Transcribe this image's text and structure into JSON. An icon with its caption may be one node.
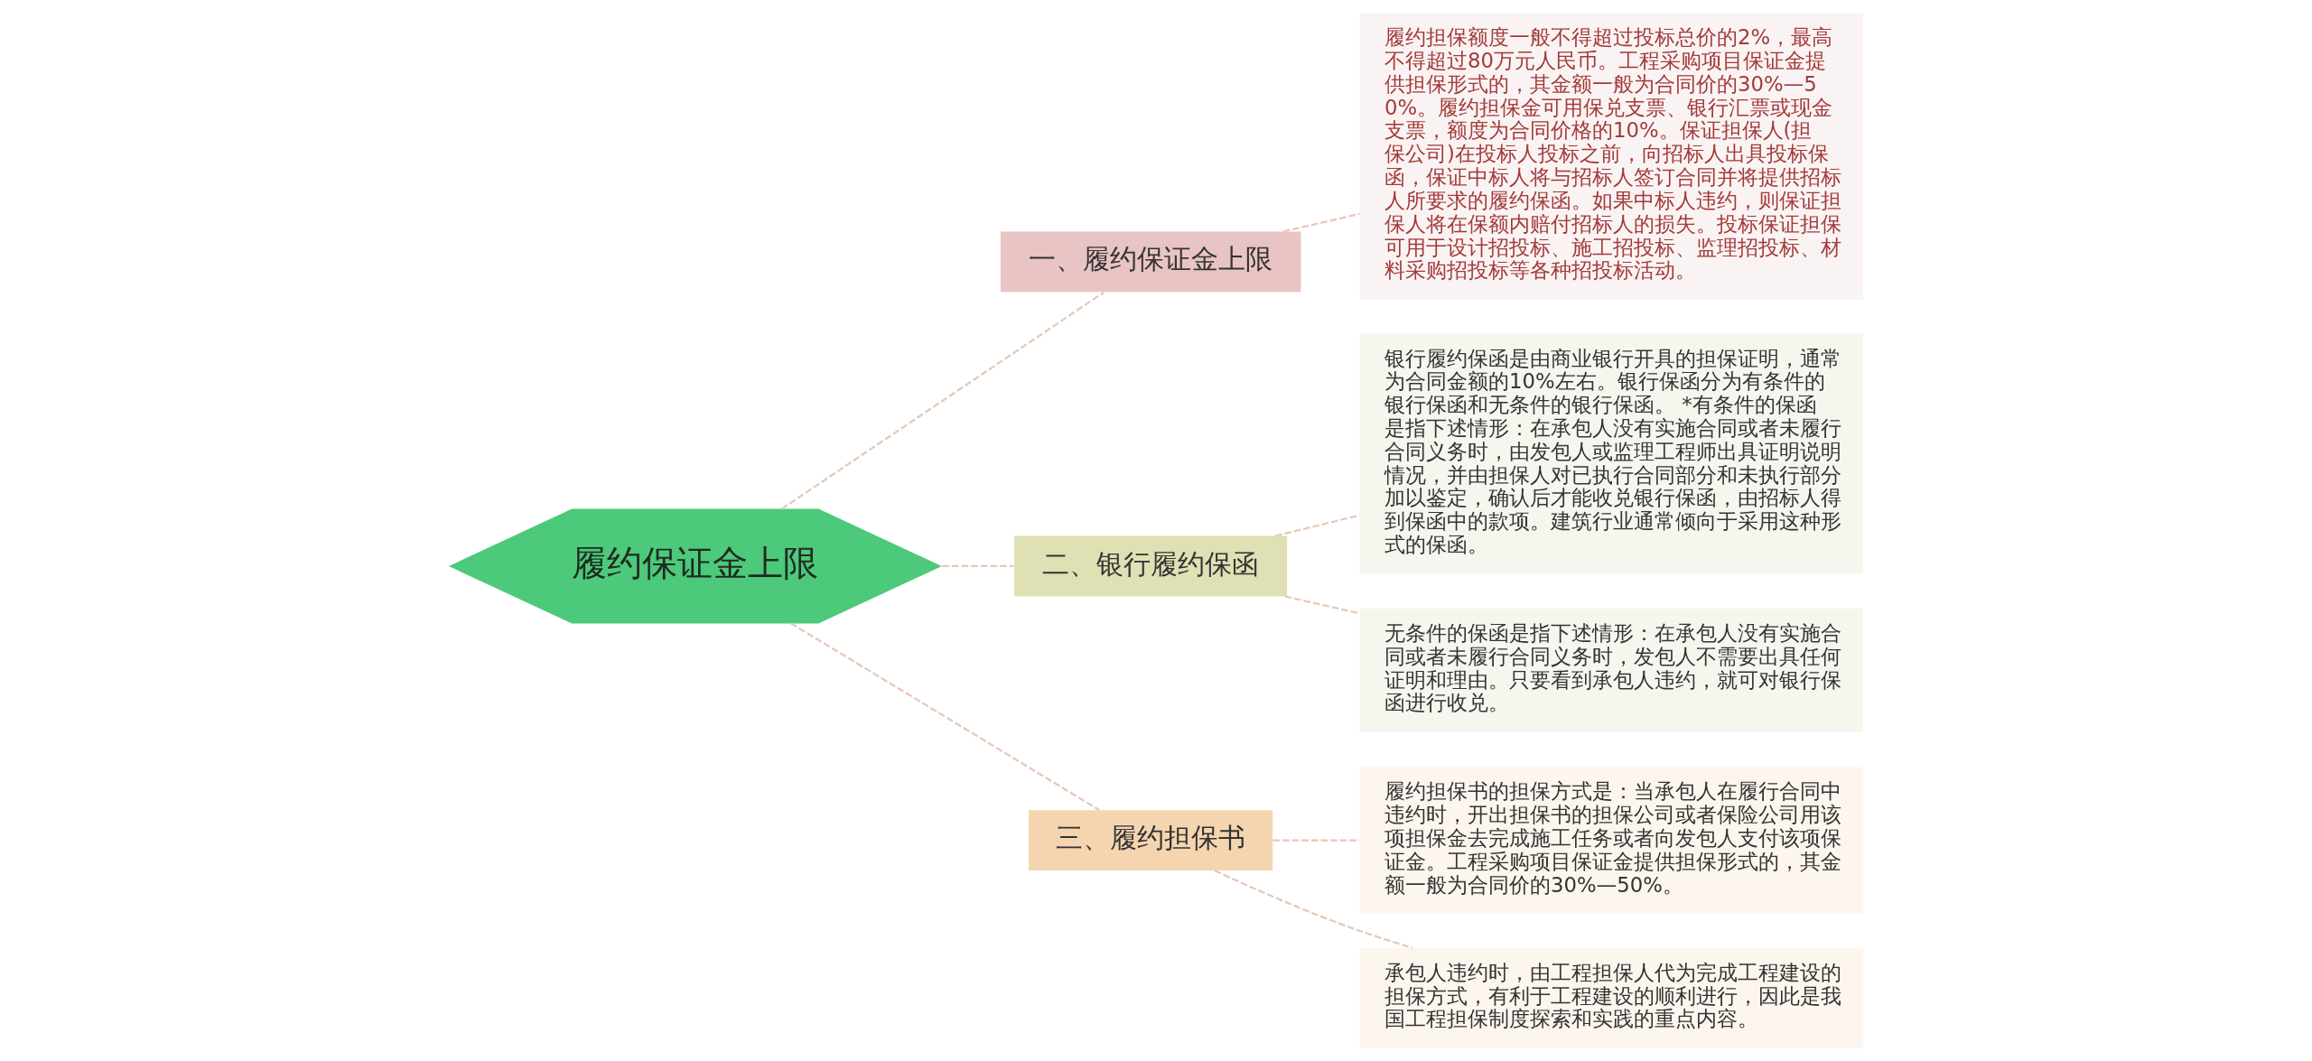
{
  "diagram": {
    "nodes": [
      {
        "text": [
          "履约保证金上限"
        ]
      },
      {
        "text": [
          "一、履约保证金上限"
        ]
      },
      {
        "text": [
          "履约担保额度一般不得超过投标总价的2%，最高不得超过80万元人民币。工程采购项目保证金提供担保形式的，其金额一般为合同价的30%—50%。履约担保金可用保兑支票、银行汇票或现金支票，额度为合同价格的10%。保证担保人(担保公司)在投标人投标之前，向招标人出具投标保函，保证中标人将与招标人签订合同并将提供招标人所要求的履约保函。如果中标人违约，则保证担保人将在保额内赔付招标人的损失。投标保证担保可用于设计招投标、施工招投标、监理招投标、材料采购招投标等各种招投标活动。"
        ]
      },
      {
        "text": [
          "二、银行履约保函"
        ]
      },
      {
        "text": [
          "银行履约保函是由商业银行开具的担保证明，通常为合同金额的10%左右。银行保函分为有条件的银行保函和无条件的银行保函。 *有条件的保函是指下述情形：在承包人没有实施合同或者未履行合同义务时，由发包人或监理工程师出具证明说明情况，并由担保人对已执行合同部分和未执行部分加以鉴定，确认后才能收兑银行保函，由招标人得到保函中的款项。建筑行业通常倾向于采用这种形式的保函。"
        ]
      },
      {
        "text": [
          "无条件的保函是指下述情形：在承包人没有实施合同或者未履行合同义务时，发包人不需要出具任何证明和理由。只要看到承包人违约，就可对银行保函进行收兑。"
        ]
      },
      {
        "text": [
          "三、履约担保书"
        ]
      },
      {
        "text": [
          "履约担保书的担保方式是：当承包人在履行合同中违约时，开出担保书的担保公司或者保险公司用该项担保金去完成施工任务或者向发包人支付该项保证金。工程采购项目保证金提供担保形式的，其金额一般为合同价的30%—50%。"
        ]
      },
      {
        "text": [
          "承包人违约时，由工程担保人代为完成工程建设的担保方式，有利于工程建设的顺利进行，因此是我国工程担保制度探索和实践的重点内容。"
        ]
      }
    ],
    "edges": [
      {
        "from": 0,
        "to": 1,
        "arrow": "none",
        "style": "dashed"
      },
      {
        "from": 1,
        "to": 2,
        "arrow": "none",
        "style": "dashed"
      },
      {
        "from": 0,
        "to": 3,
        "arrow": "none",
        "style": "dashed"
      },
      {
        "from": 3,
        "to": 4,
        "arrow": "none",
        "style": "dashed"
      },
      {
        "from": 3,
        "to": 5,
        "arrow": "none",
        "style": "dashed"
      },
      {
        "from": 0,
        "to": 6,
        "arrow": "none",
        "style": "dashed"
      },
      {
        "from": 6,
        "to": 7,
        "arrow": "none",
        "style": "dashed"
      },
      {
        "from": 6,
        "to": 8,
        "arrow": "none",
        "style": "dashed"
      }
    ]
  }
}
